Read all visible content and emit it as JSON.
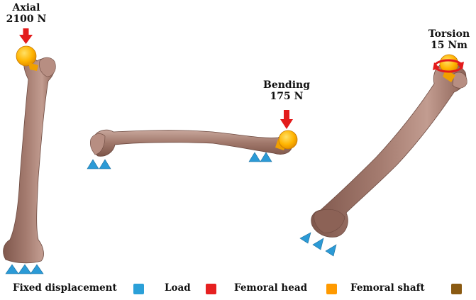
{
  "loads": {
    "axial": {
      "title": "Axial",
      "value": "2100 N"
    },
    "bending": {
      "title": "Bending",
      "value": "175 N"
    },
    "torsion": {
      "title": "Torsion",
      "value": "15 Nm"
    }
  },
  "legend": [
    {
      "label": "Fixed displacement",
      "color": "#2ba0d8"
    },
    {
      "label": "Load",
      "color": "#e62020"
    },
    {
      "label": "Femoral head",
      "color": "#ff9a00"
    },
    {
      "label": "Femoral shaft",
      "color": "#8a5a12"
    }
  ],
  "colors": {
    "bone": "#9b7165",
    "bone_light": "#c5a096",
    "head": "#ffb300",
    "arrow": "#e31b1b",
    "support": "#2b9ad6"
  }
}
